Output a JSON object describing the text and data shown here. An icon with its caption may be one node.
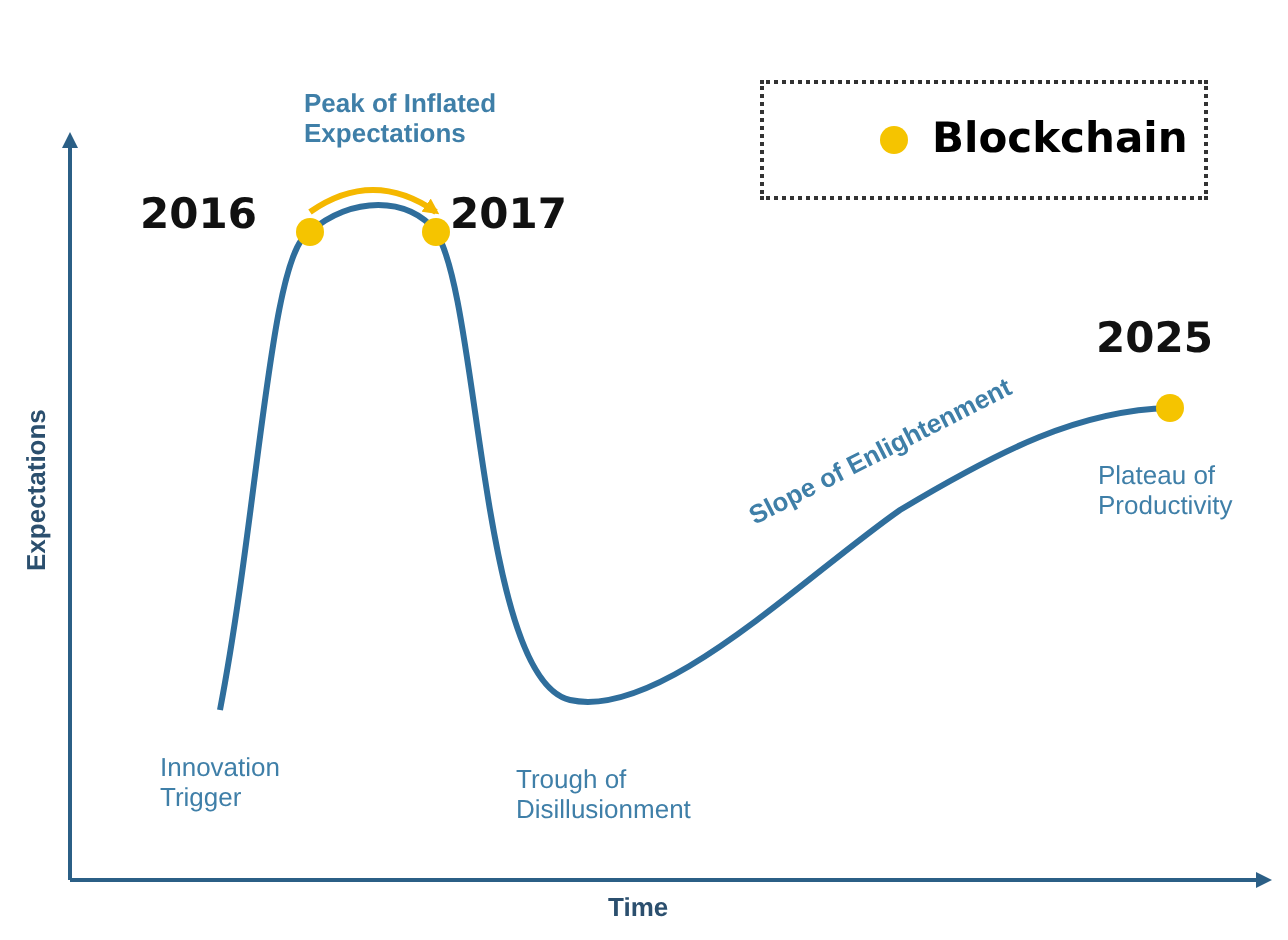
{
  "diagram": {
    "nodes": [
      {
        "text": [],
        "shape": "circle",
        "beside": [
          "2016"
        ]
      },
      {
        "text": [],
        "shape": "circle",
        "beside": [
          "2017"
        ]
      },
      {
        "text": [],
        "shape": "circle",
        "beside": [
          "2025"
        ]
      }
    ],
    "edges": [
      {
        "from": 0,
        "to": 1,
        "arrow": "to",
        "color": "#f5b800"
      }
    ],
    "labels": [
      "Peak of Inflated Expectations",
      "Expectations",
      "Slope of Enlightenment",
      "Plateau of Productivity",
      "Innovation Trigger",
      "Trough of Disillusionment",
      "Time"
    ],
    "legend": [
      {
        "text": "Blockchain",
        "color": "#f5c400"
      }
    ]
  }
}
